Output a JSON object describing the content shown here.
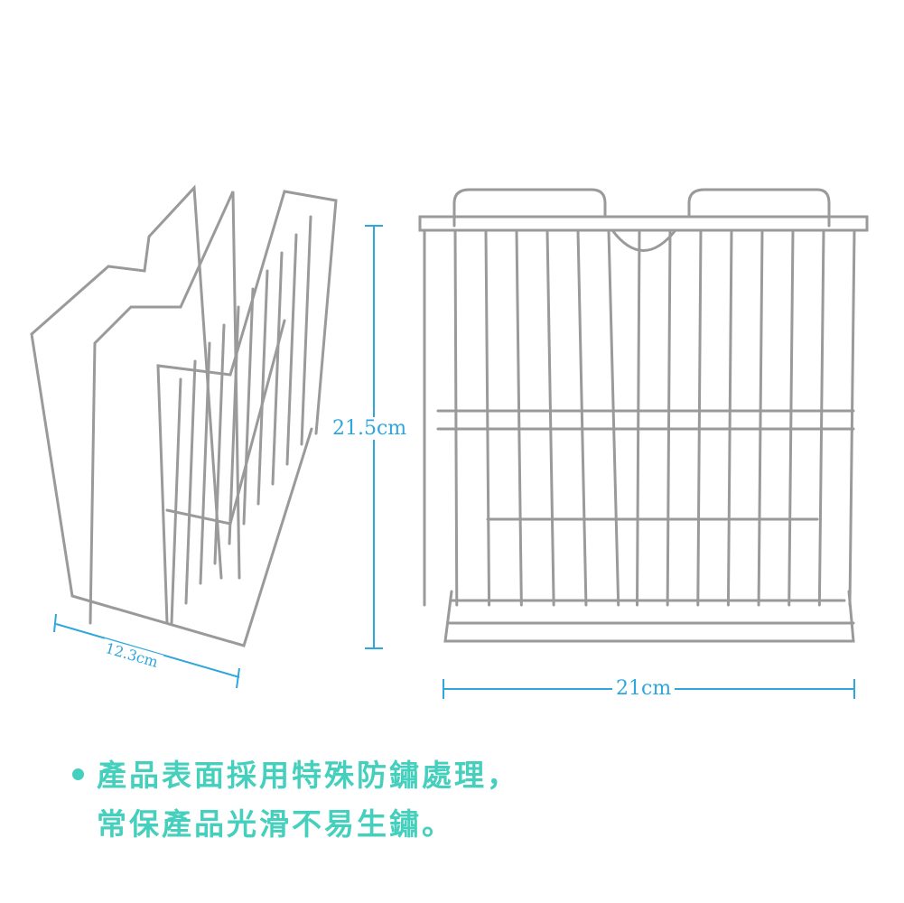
{
  "dimensions": {
    "depth": "12.3cm",
    "height": "21.5cm",
    "width": "21cm"
  },
  "caption": {
    "line1": "產品表面採用特殊防鏽處理，",
    "line2": "常保產品光滑不易生鏽。"
  },
  "colors": {
    "dimension_line": "#2fa6dc",
    "caption_text": "#45cfbd",
    "wire": "#9a9a9a"
  }
}
